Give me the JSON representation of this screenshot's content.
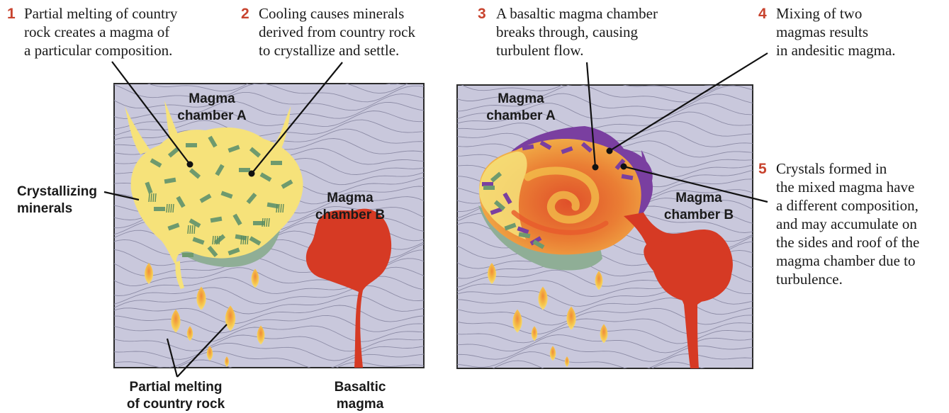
{
  "steps": [
    {
      "number": "1",
      "lines": [
        "Partial melting of country",
        "rock creates a magma of",
        "a particular composition."
      ]
    },
    {
      "number": "2",
      "lines": [
        "Cooling causes minerals",
        "derived from country rock",
        "to crystallize and settle."
      ]
    },
    {
      "number": "3",
      "lines": [
        "A basaltic magma chamber",
        "breaks through, causing",
        "turbulent flow."
      ]
    },
    {
      "number": "4",
      "lines": [
        "Mixing of two",
        "magmas results",
        "in andesitic magma."
      ]
    },
    {
      "number": "5",
      "lines": [
        "Crystals formed in",
        "the mixed magma have",
        "a different composition,",
        "and may accumulate on",
        "the sides and roof of the",
        "magma chamber due to",
        "turbulence."
      ]
    }
  ],
  "labels": {
    "chamber_a": [
      "Magma",
      "chamber A"
    ],
    "chamber_b": [
      "Magma",
      "chamber B"
    ],
    "crystallizing": [
      "Crystallizing",
      "minerals"
    ],
    "partial_melting": [
      "Partial melting",
      "of country rock"
    ],
    "basaltic": [
      "Basaltic",
      "magma"
    ]
  },
  "colors": {
    "number": "#c8432e",
    "country_rock": "#c9c8dc",
    "rock_lines": "#8d8ca6",
    "felsic_magma": "#f6e27a",
    "crystal_layer": "#8fae96",
    "crystal": "#6e9a6e",
    "basaltic_magma": "#d63a24",
    "mixed_magma": "#ea8a34",
    "new_crystals": "#7a3fa0"
  }
}
